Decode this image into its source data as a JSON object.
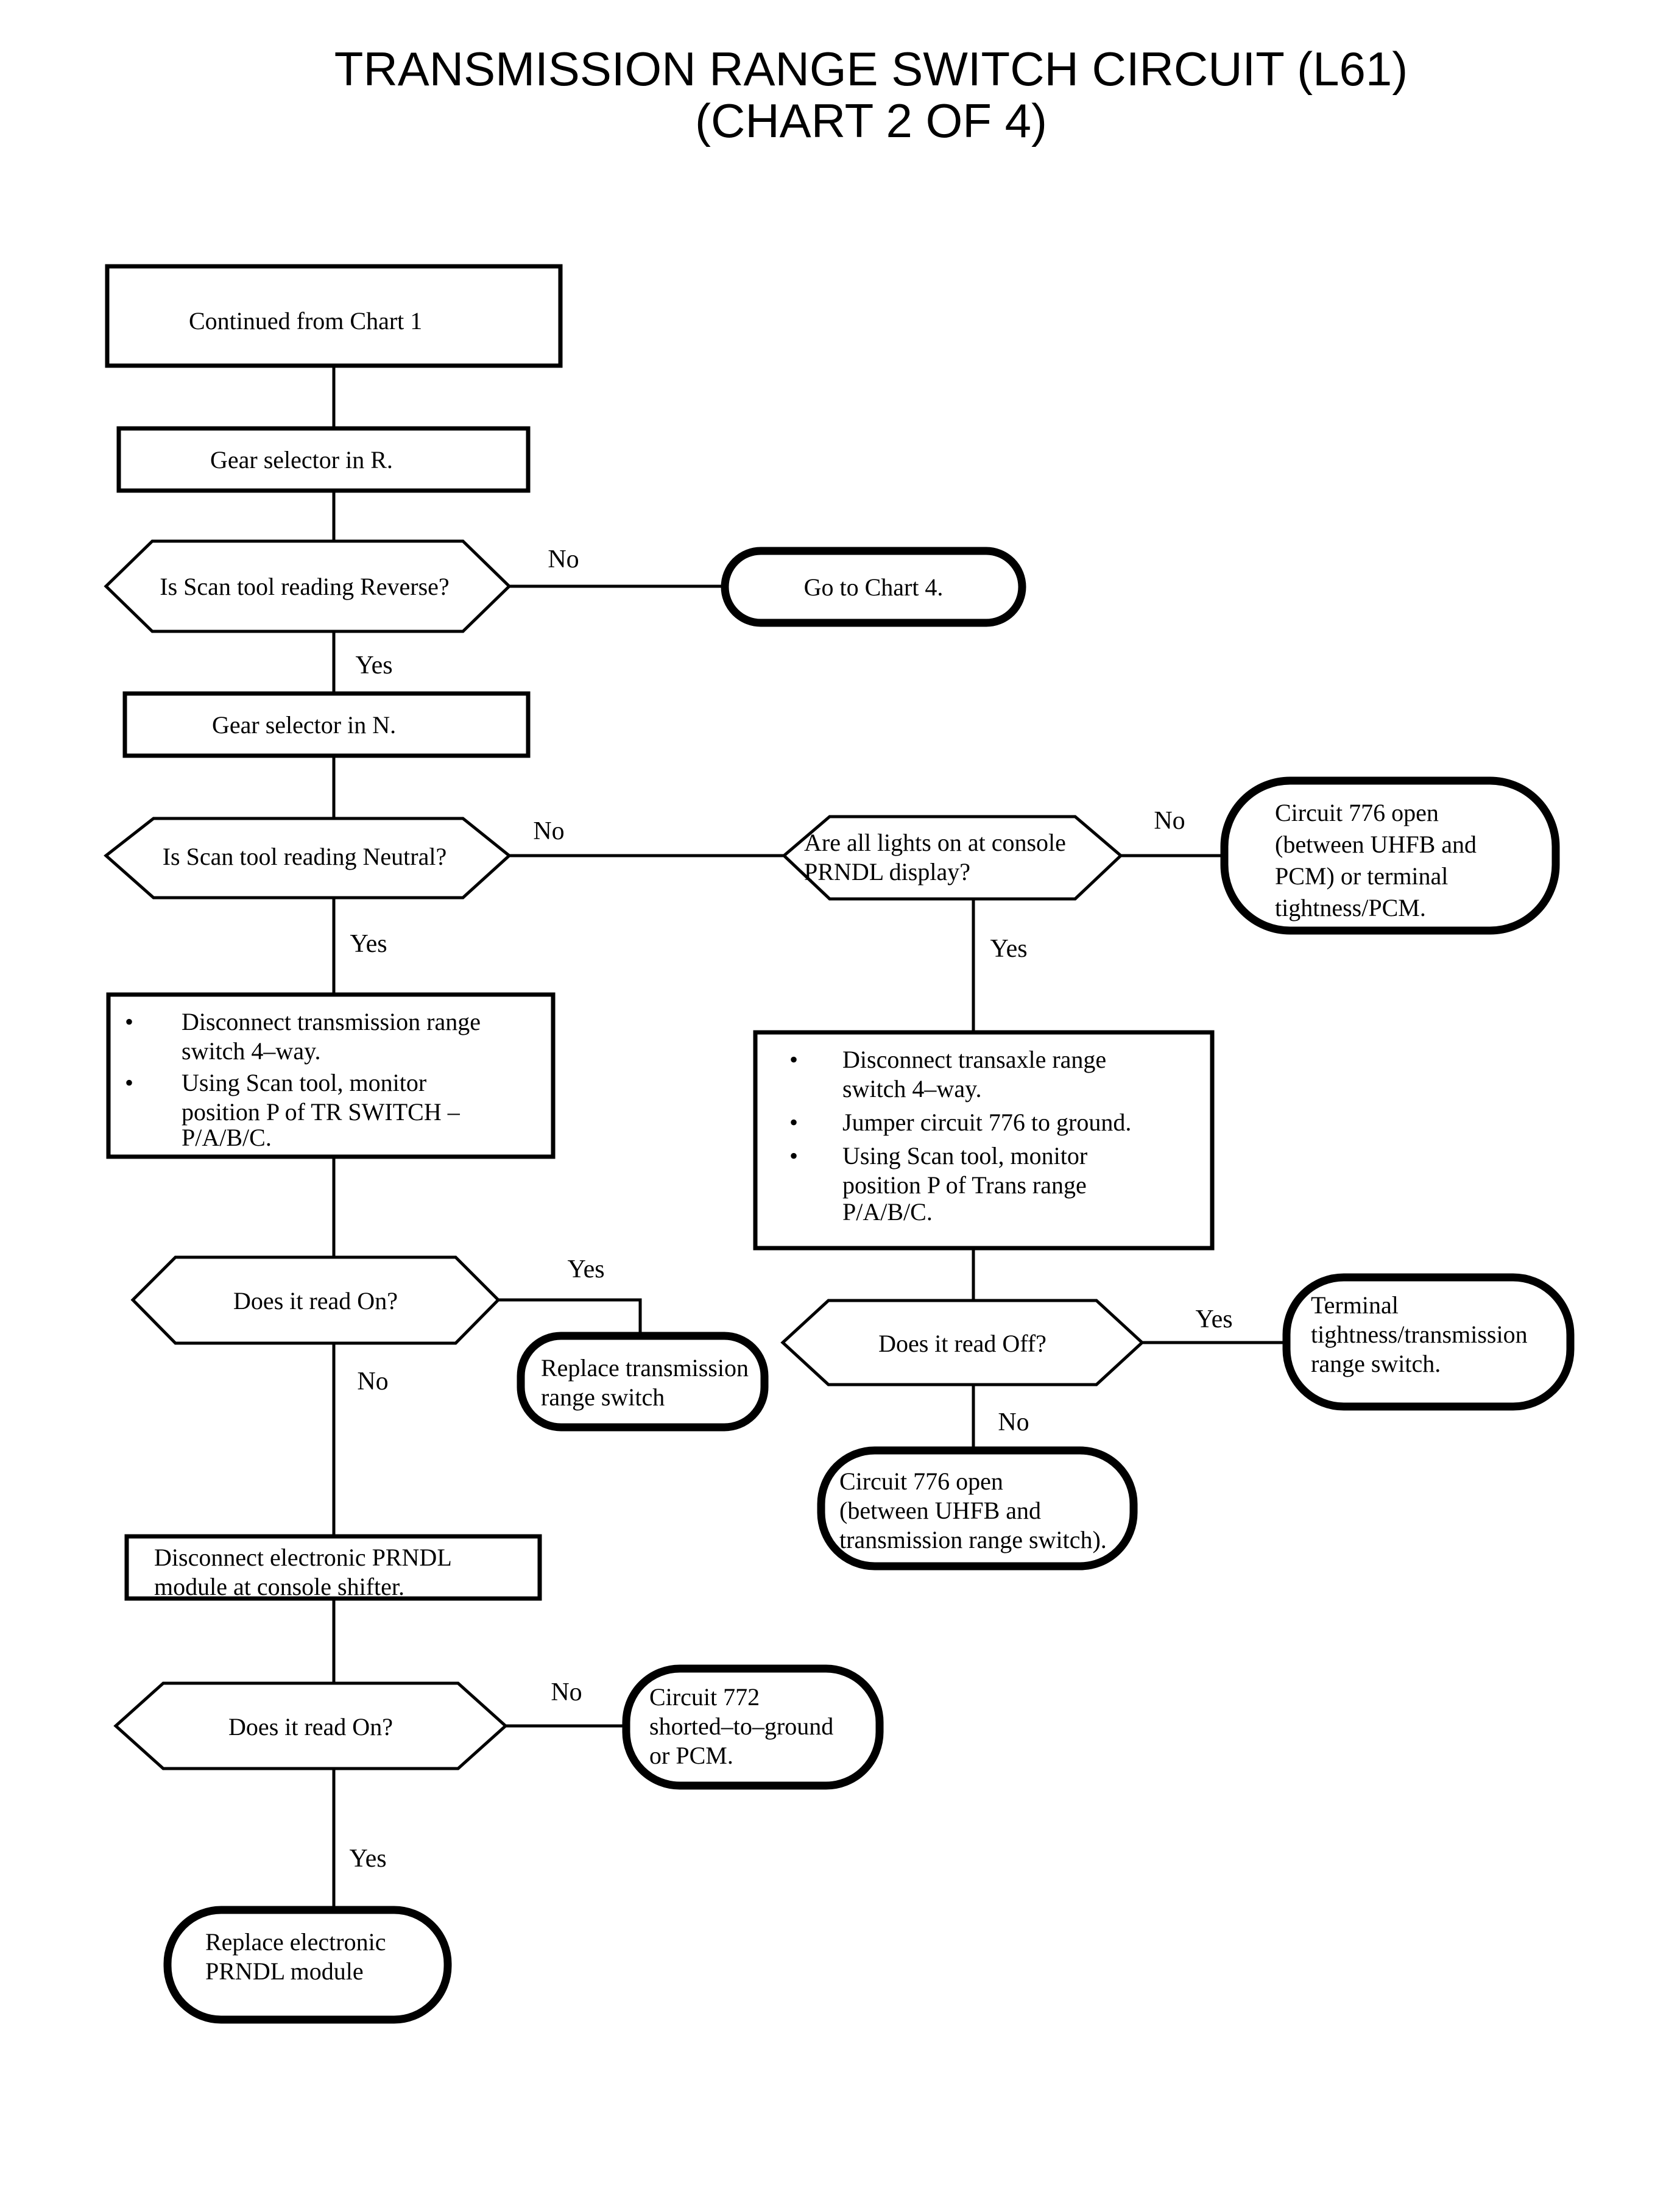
{
  "title": {
    "line1": "TRANSMISSION RANGE SWITCH CIRCUIT (L61)",
    "line2": "(CHART 2 OF 4)"
  },
  "chart_data": {
    "type": "flowchart",
    "title": "TRANSMISSION RANGE SWITCH CIRCUIT (L61) (CHART 2 OF 4)",
    "orientation": "top-to-bottom",
    "shape_legend": {
      "process": "rectangle",
      "decision": "hexagon",
      "terminator": "rounded rectangle (thick border)"
    },
    "nodes": [
      {
        "id": "n1",
        "shape": "process",
        "text": "Continued from Chart 1"
      },
      {
        "id": "n2",
        "shape": "process",
        "text": "Gear selector in R."
      },
      {
        "id": "n3",
        "shape": "decision",
        "text": "Is Scan tool reading Reverse?"
      },
      {
        "id": "n4",
        "shape": "terminator",
        "text": "Go to Chart 4."
      },
      {
        "id": "n5",
        "shape": "process",
        "text": "Gear selector in N."
      },
      {
        "id": "n6",
        "shape": "decision",
        "text": "Is Scan tool reading Neutral?"
      },
      {
        "id": "n7",
        "shape": "decision",
        "text": "Are all lights on at console PRNDL display?"
      },
      {
        "id": "n8",
        "shape": "terminator",
        "text": "Circuit 776 open (between UHFB and PCM) or terminal tightness/PCM."
      },
      {
        "id": "n9",
        "shape": "process",
        "text": "Disconnect transmission range switch 4–way. Using Scan tool, monitor position P of TR SWITCH – P/A/B/C."
      },
      {
        "id": "n10",
        "shape": "process",
        "text": "Disconnect transaxle range switch  4–way. Jumper circuit 776 to ground. Using Scan tool, monitor position P of Trans range P/A/B/C."
      },
      {
        "id": "n11",
        "shape": "decision",
        "text": "Does it read On?"
      },
      {
        "id": "n12",
        "shape": "terminator",
        "text": "Replace transmission range switch"
      },
      {
        "id": "n13",
        "shape": "decision",
        "text": "Does it read Off?"
      },
      {
        "id": "n14",
        "shape": "terminator",
        "text": "Terminal tightness/transmission range switch."
      },
      {
        "id": "n15",
        "shape": "terminator",
        "text": "Circuit 776 open (between UHFB and transmission range switch)."
      },
      {
        "id": "n16",
        "shape": "process",
        "text": "Disconnect electronic PRNDL module at console shifter."
      },
      {
        "id": "n17",
        "shape": "decision",
        "text": "Does it read On?"
      },
      {
        "id": "n18",
        "shape": "terminator",
        "text": "Circuit 772 shorted–to–ground or PCM."
      },
      {
        "id": "n19",
        "shape": "terminator",
        "text": "Replace electronic PRNDL module"
      }
    ],
    "edges": [
      {
        "from": "n1",
        "to": "n2",
        "label": ""
      },
      {
        "from": "n2",
        "to": "n3",
        "label": ""
      },
      {
        "from": "n3",
        "to": "n4",
        "label": "No"
      },
      {
        "from": "n3",
        "to": "n5",
        "label": "Yes"
      },
      {
        "from": "n5",
        "to": "n6",
        "label": ""
      },
      {
        "from": "n6",
        "to": "n7",
        "label": "No"
      },
      {
        "from": "n6",
        "to": "n9",
        "label": "Yes"
      },
      {
        "from": "n7",
        "to": "n8",
        "label": "No"
      },
      {
        "from": "n7",
        "to": "n10",
        "label": "Yes"
      },
      {
        "from": "n9",
        "to": "n11",
        "label": ""
      },
      {
        "from": "n11",
        "to": "n12",
        "label": "Yes"
      },
      {
        "from": "n11",
        "to": "n16",
        "label": "No"
      },
      {
        "from": "n10",
        "to": "n13",
        "label": ""
      },
      {
        "from": "n13",
        "to": "n14",
        "label": "Yes"
      },
      {
        "from": "n13",
        "to": "n15",
        "label": "No"
      },
      {
        "from": "n16",
        "to": "n17",
        "label": ""
      },
      {
        "from": "n17",
        "to": "n18",
        "label": "No"
      },
      {
        "from": "n17",
        "to": "n19",
        "label": "Yes"
      }
    ]
  },
  "nodes": {
    "continued_from_chart1": {
      "line1": "Continued from Chart 1"
    },
    "gear_selector_r": {
      "line1": "Gear selector in R."
    },
    "scan_reverse": {
      "line1": "Is Scan tool reading Reverse?"
    },
    "go_to_chart4": {
      "line1": "Go to Chart 4."
    },
    "gear_selector_n": {
      "line1": "Gear selector in N."
    },
    "scan_neutral": {
      "line1": "Is Scan tool reading Neutral?"
    },
    "lights_console": {
      "line1": "Are all lights on at console",
      "line2": "PRNDL display?"
    },
    "circuit776_pcm": {
      "line1": "Circuit 776 open",
      "line2": "(between UHFB and",
      "line3": "PCM) or terminal",
      "line4": "tightness/PCM."
    },
    "disconnect_trans_range": {
      "b1l1": "Disconnect transmission range",
      "b1l2": "switch 4–way.",
      "b2l1": "Using Scan tool, monitor",
      "b2l2": "position P of TR SWITCH –",
      "b2l3": "P/A/B/C.",
      "bullet": "•"
    },
    "disconnect_transaxle_range": {
      "b1l1": "Disconnect transaxle range",
      "b1l2": "switch  4–way.",
      "b2l1": "Jumper circuit 776 to ground.",
      "b3l1": "Using Scan tool, monitor",
      "b3l2": "position P of Trans range",
      "b3l3": "P/A/B/C.",
      "bullet": "•"
    },
    "read_on_1": {
      "line1": "Does it read On?"
    },
    "replace_trans_switch": {
      "line1": "Replace transmission",
      "line2": "range switch"
    },
    "read_off": {
      "line1": "Does it read Off?"
    },
    "terminal_tightness": {
      "line1": "Terminal",
      "line2": "tightness/transmission",
      "line3": "range switch."
    },
    "circuit776_switch": {
      "line1": "Circuit 776 open",
      "line2": "(between UHFB and",
      "line3": "transmission range switch)."
    },
    "disconnect_prndl": {
      "line1": "Disconnect electronic PRNDL",
      "line2": "module at console shifter."
    },
    "read_on_2": {
      "line1": "Does it read On?"
    },
    "circuit772": {
      "line1": "Circuit 772",
      "line2": "shorted–to–ground",
      "line3": "or PCM."
    },
    "replace_prndl": {
      "line1": "Replace electronic",
      "line2": "PRNDL module"
    }
  },
  "labels": {
    "no_reverse": "No",
    "yes_reverse": "Yes",
    "no_neutral": "No",
    "yes_neutral": "Yes",
    "no_lights": "No",
    "yes_lights": "Yes",
    "yes_read_on_1": "Yes",
    "no_read_on_1": "No",
    "yes_read_off": "Yes",
    "no_read_off": "No",
    "no_read_on_2": "No",
    "yes_read_on_2": "Yes"
  },
  "colors": {
    "stroke": "#000000",
    "background": "#ffffff"
  }
}
